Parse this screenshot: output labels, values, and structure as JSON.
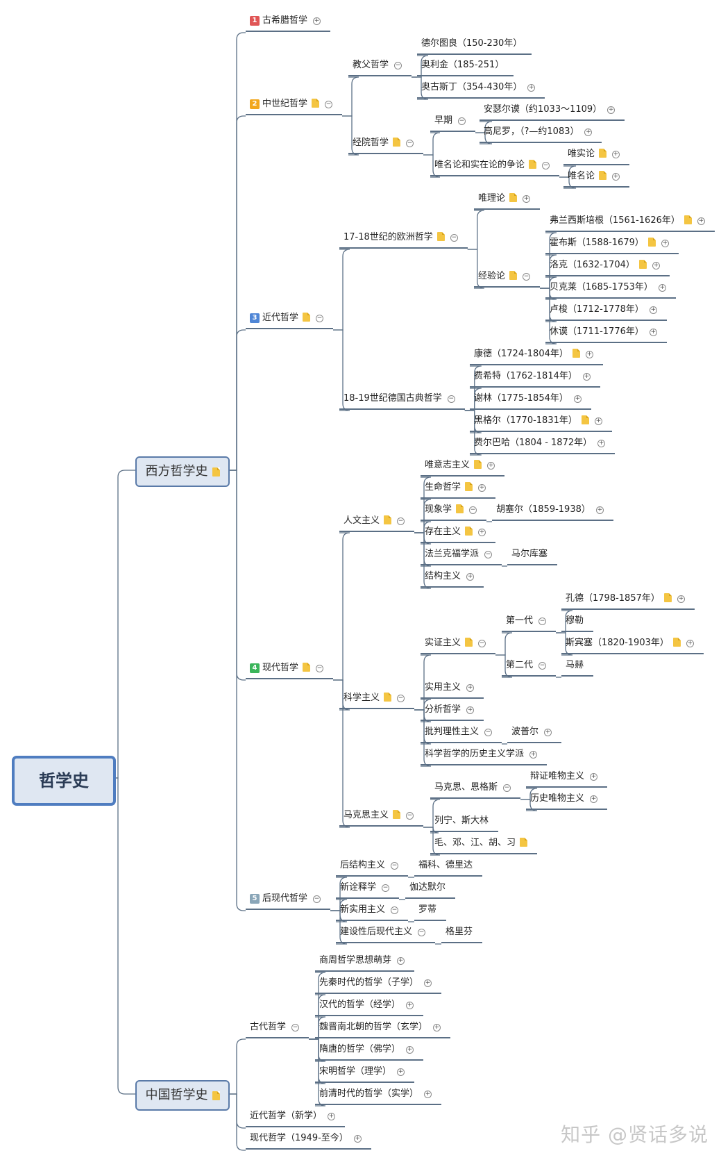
{
  "watermark": "知乎 @贤话多说",
  "colors": {
    "line": "#5b6f85",
    "badge1": "#e05555",
    "badge2": "#f2a71c",
    "badge3": "#4f86d6",
    "badge4": "#3bb55a",
    "badge5": "#8aa6b8"
  },
  "root": {
    "label": "哲学史"
  },
  "main": [
    {
      "id": "west",
      "label": "西方哲学史"
    },
    {
      "id": "china",
      "label": "中国哲学史"
    }
  ],
  "nodes": {
    "n_greek": "古希腊哲学",
    "n_medieval": "中世纪哲学",
    "n_patristic": "教父哲学",
    "n_tertullian": "德尔图良（150-230年）",
    "n_origen": "奥利金（185-251）",
    "n_augustine": "奥古斯丁（354-430年）",
    "n_scholastic": "经院哲学",
    "n_early": "早期",
    "n_anselm": "安瑟尔谟（约1033～1109）",
    "n_gaunilo": "高尼罗，（?—约1083）",
    "n_dispute": "唯名论和实在论的争论",
    "n_realism": "唯实论",
    "n_nominalism": "唯名论",
    "n_modern": "近代哲学",
    "n_euro": "17-18世纪的欧洲哲学",
    "n_rationalism": "唯理论",
    "n_empiricism": "经验论",
    "n_bacon": "弗兰西斯培根（1561-1626年）",
    "n_hobbes": "霍布斯（1588-1679）",
    "n_locke": "洛克（1632-1704）",
    "n_berkeley": "贝克莱（1685-1753年）",
    "n_rousseau": "卢梭（1712-1778年）",
    "n_hume": "休谟（1711-1776年）",
    "n_german": "18-19世纪德国古典哲学",
    "n_kant": "康德（1724-1804年）",
    "n_fichte": "费希特（1762-1814年）",
    "n_schelling": "谢林（1775-1854年）",
    "n_hegel": "黑格尔（1770-1831年）",
    "n_feuerbach": "费尔巴哈（1804 - 1872年）",
    "n_contemp": "现代哲学",
    "n_humanism": "人文主义",
    "n_will": "唯意志主义",
    "n_life": "生命哲学",
    "n_phenom": "现象学",
    "n_husserl": "胡塞尔（1859-1938）",
    "n_exist": "存在主义",
    "n_frankfurt": "法兰克福学派",
    "n_marcuse": "马尔库塞",
    "n_struct": "结构主义",
    "n_scientism": "科学主义",
    "n_positivism": "实证主义",
    "n_gen1": "第一代",
    "n_comte": "孔德（1798-1857年）",
    "n_mill": "穆勒",
    "n_spencer": "斯宾塞（1820-1903年）",
    "n_gen2": "第二代",
    "n_mach": "马赫",
    "n_pragmatism": "实用主义",
    "n_analytic": "分析哲学",
    "n_critical": "批判理性主义",
    "n_popper": "波普尔",
    "n_historical": "科学哲学的历史主义学派",
    "n_marxism": "马克思主义",
    "n_marxengels": "马克思、恩格斯",
    "n_dialectical": "辩证唯物主义",
    "n_histmat": "历史唯物主义",
    "n_leninstalin": "列宁、斯大林",
    "n_mao": "毛、邓、江、胡、习",
    "n_postmodern": "后现代哲学",
    "n_poststruct": "后结构主义",
    "n_foucault": "福科、德里达",
    "n_hermeneutics": "新诠释学",
    "n_gadamer": "伽达默尔",
    "n_neoprag": "新实用主义",
    "n_rorty": "罗蒂",
    "n_constructive": "建设性后现代主义",
    "n_griffin": "格里芬",
    "n_ancient": "古代哲学",
    "n_shang": "商周哲学思想萌芽",
    "n_preqin": "先秦时代的哲学（子学）",
    "n_han": "汉代的哲学（经学）",
    "n_weijin": "魏晋南北朝的哲学（玄学）",
    "n_suitang": "隋唐的哲学（佛学）",
    "n_songming": "宋明哲学（理学）",
    "n_qing": "前清时代的哲学（实学）",
    "n_cmodern": "近代哲学（新学）",
    "n_ccontemp": "现代哲学（1949-至今）"
  },
  "badges": {
    "n_greek": "1",
    "n_medieval": "2",
    "n_modern": "3",
    "n_contemp": "4",
    "n_postmodern": "5"
  }
}
